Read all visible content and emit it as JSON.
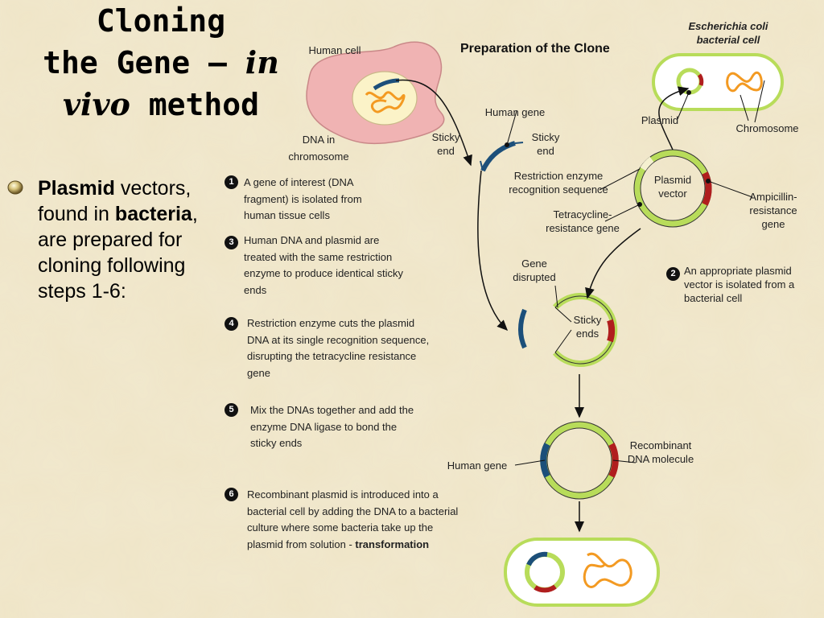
{
  "title": {
    "line1": "Cloning",
    "line2a": "the Gene – ",
    "line2b": "in",
    "line3a": "vivo",
    "line3b": " method"
  },
  "bullet": {
    "p1_bold": "Plasmid",
    "p2": " vectors, found in ",
    "p3_bold": "bacteria",
    "p4": ", are prepared for cloning following steps 1-6:"
  },
  "diagram": {
    "header": "Preparation of the Clone",
    "labels": {
      "human_cell": "Human cell",
      "ecoli_1": "Escherichia coli",
      "ecoli_2": "bacterial cell",
      "human_gene_top": "Human gene",
      "plasmid": "Plasmid",
      "chromosome": "Chromosome",
      "dna_in_chromosome": "DNA in chromosome",
      "sticky_end_left": "Sticky end",
      "sticky_end_right": "Sticky end",
      "restriction_site": "Restriction enzyme recognition sequence",
      "plasmid_vector": "Plasmid vector",
      "amp_gene": "Ampicillin-resistance gene",
      "tet_gene": "Tetracycline-resistance gene",
      "gene_disrupted": "Gene disrupted",
      "sticky_ends": "Sticky ends",
      "recombinant": "Recombinant DNA molecule",
      "human_gene_bottom": "Human gene"
    },
    "steps": [
      {
        "num": "1",
        "text": "A gene of interest (DNA fragment) is isolated from human tissue cells"
      },
      {
        "num": "2",
        "text": "An appropriate plasmid vector is isolated from a bacterial cell"
      },
      {
        "num": "3",
        "text": "Human DNA and plasmid are treated with the same restriction enzyme to produce identical sticky ends"
      },
      {
        "num": "4",
        "text": "Restriction enzyme cuts the plasmid DNA at its single recognition sequence, disrupting the tetracycline resistance gene"
      },
      {
        "num": "5",
        "text": "Mix the DNAs together and add the enzyme DNA ligase to bond the sticky ends"
      },
      {
        "num": "6",
        "text": "Recombinant plasmid is introduced into a bacterial cell by adding the DNA to a bacterial culture where some bacteria take up the plasmid from solution - ",
        "bold": "transformation"
      }
    ]
  },
  "colors": {
    "background": "#efe5c7",
    "human_cell": "#f0b3b3",
    "nucleus": "#fbf3c8",
    "chromosome_dna": "#f39a22",
    "human_dna": "#1c4f7a",
    "plasmid_green": "#b8dc5a",
    "amp_red": "#b01e1e",
    "bacterium_fill": "#ffffff",
    "bacterium_border": "#b8dc5a"
  },
  "icons": {
    "bullet": "disc-bullet-icon"
  }
}
